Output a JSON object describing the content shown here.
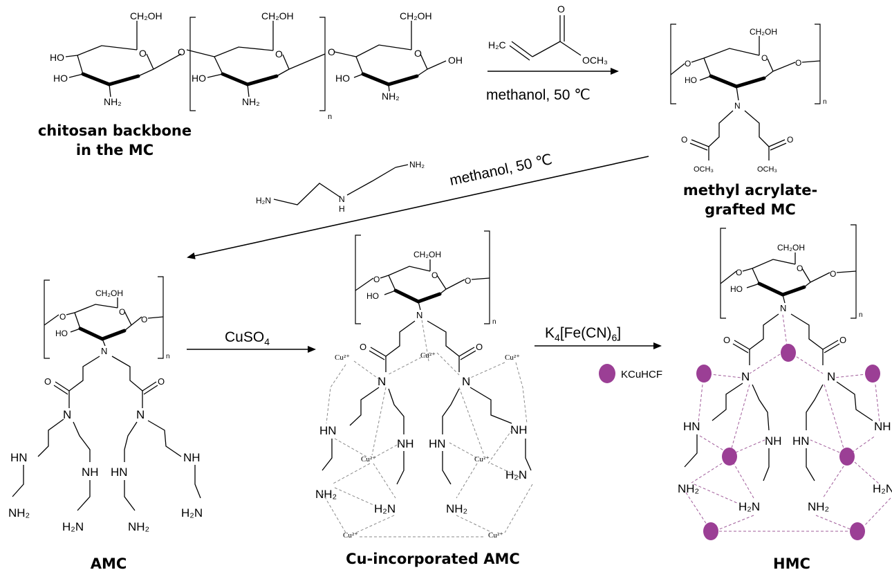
{
  "labels": {
    "chitosan_1": "chitosan backbone",
    "chitosan_2": "in the MC",
    "methyl_1": "methyl acrylate-",
    "methyl_2": "grafted MC",
    "amc": "AMC",
    "cu_amc": "Cu-incorporated AMC",
    "hmc": "HMC"
  },
  "conditions": {
    "step1": "methanol, 50 ℃",
    "step2": "methanol, 50 ℃",
    "step3_main": "CuSO",
    "step3_sub": "4",
    "step4_k": "K",
    "step4_ksub": "4",
    "step4_rest": "[Fe(CN)",
    "step4_6": "6",
    "step4_end": "]"
  },
  "legend": {
    "kcuhcf": "KCuHCF"
  },
  "atoms": {
    "ch2oh": "CH₂OH",
    "ho": "HO",
    "oh": "OH",
    "o": "O",
    "n": "N",
    "nh": "NH",
    "hn": "HN",
    "nh2": "NH₂",
    "h2n": "H₂N",
    "h": "H",
    "n_idx": "n",
    "och3": "OCH₃",
    "h2c": "H₂C",
    "ch3": "OCH₃",
    "cu": "Cu²⁺"
  },
  "colors": {
    "particle": "#9b3f95",
    "particle_dash": "#a05c9a",
    "coord_dash": "#8a8a8a"
  }
}
